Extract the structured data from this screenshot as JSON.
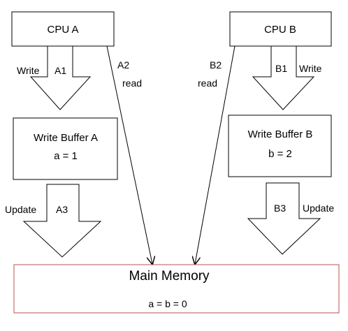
{
  "cpu_a": {
    "title": "CPU A"
  },
  "cpu_b": {
    "title": "CPU B"
  },
  "buffer_a": {
    "title": "Write Buffer A",
    "value": "a = 1"
  },
  "buffer_b": {
    "title": "Write Buffer B",
    "value": "b = 2"
  },
  "memory": {
    "title": "Main Memory",
    "value": "a = b = 0"
  },
  "arrow_a_write": {
    "action": "Write",
    "step": "A1"
  },
  "arrow_b_write": {
    "action": "Write",
    "step": "B1"
  },
  "arrow_a_update": {
    "action": "Update",
    "step": "A3"
  },
  "arrow_b_update": {
    "action": "Update",
    "step": "B3"
  },
  "read_a": {
    "step": "A2",
    "action": "read"
  },
  "read_b": {
    "step": "B2",
    "action": "read"
  },
  "colors": {
    "memory_border": "#b85450",
    "stroke": "#000000"
  }
}
